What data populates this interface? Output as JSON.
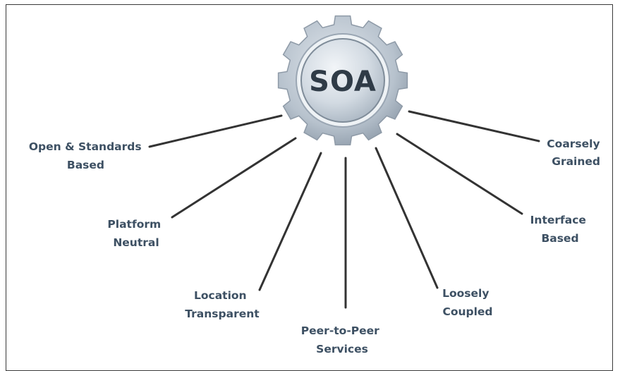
{
  "center": {
    "label": "SOA"
  },
  "spokes": [
    {
      "id": "open-standards",
      "lines": [
        "Open & Standards",
        "Based"
      ]
    },
    {
      "id": "platform-neutral",
      "lines": [
        "Platform",
        "Neutral"
      ]
    },
    {
      "id": "location-transparent",
      "lines": [
        "Location",
        "Transparent"
      ]
    },
    {
      "id": "peer-to-peer",
      "lines": [
        "Peer-to-Peer",
        "Services"
      ]
    },
    {
      "id": "loosely-coupled",
      "lines": [
        "Loosely",
        "Coupled"
      ]
    },
    {
      "id": "interface-based",
      "lines": [
        "Interface",
        "Based"
      ]
    },
    {
      "id": "coarsely-grained",
      "lines": [
        "Coarsely",
        "Grained"
      ]
    }
  ],
  "colors": {
    "label_text": "#3d5063",
    "spoke_line": "#333333",
    "gear_body": "#b9c4cf",
    "gear_inner": "#d6dde4",
    "center_text": "#2f3b47"
  }
}
